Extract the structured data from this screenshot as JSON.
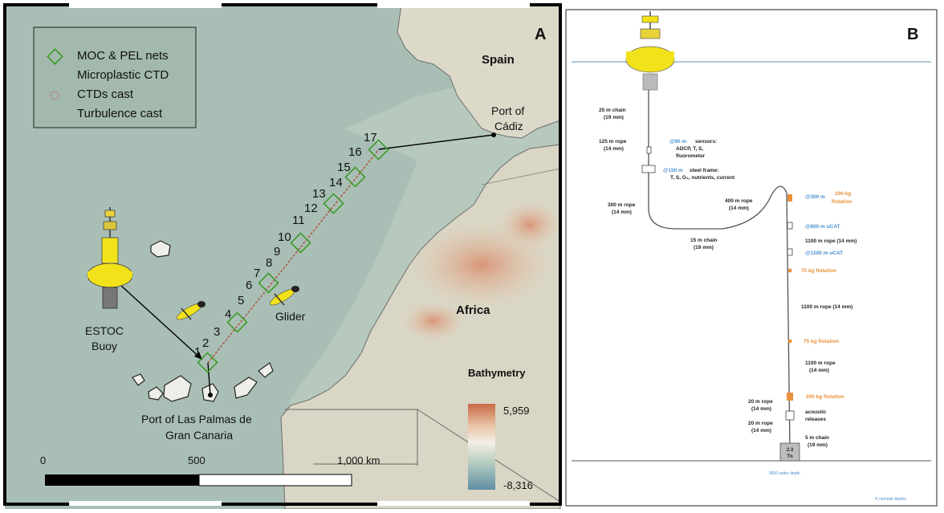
{
  "map_panel": {
    "panel_letter": "A",
    "legend": {
      "moc_pel": "MOC & PEL nets",
      "microplastic": "Microplastic CTD",
      "ctd": "CTDs cast",
      "turbulence": "Turbulence cast"
    },
    "labels": {
      "spain": "Spain",
      "africa": "Africa",
      "port_cadiz_1": "Port of",
      "port_cadiz_2": "Cádiz",
      "port_lp_1": "Port of Las Palmas de",
      "port_lp_2": "Gran Canaria",
      "estoc_1": "ESTOC",
      "estoc_2": "Buoy",
      "glider": "Glider"
    },
    "stations": [
      "1",
      "2",
      "3",
      "4",
      "5",
      "6",
      "7",
      "8",
      "9",
      "10",
      "11",
      "12",
      "13",
      "14",
      "15",
      "16",
      "17"
    ],
    "bathymetry": {
      "title": "Bathymetry",
      "max": "5,959",
      "min": "-8,316"
    },
    "scale": {
      "t0": "0",
      "t1": "500",
      "t2": "1,000 km"
    },
    "colors": {
      "ocean": "#a8beb6",
      "land": "#d9d6c6",
      "route": "#000000",
      "marker": "#3e9a2a",
      "transect": "#b04a3a"
    }
  },
  "mooring_panel": {
    "panel_letter": "B",
    "labels": {
      "chain25": "25 m chain",
      "chain25_d": "(19 mm)",
      "rope125": "125 m rope",
      "rope125_d": "(14 mm)",
      "s80_depth": "@80 m",
      "s80_text": "sensors:",
      "s80_l2": "ADCP, T, S,",
      "s80_l3": "fluorometer",
      "s150_depth": "@150 m",
      "s150_text": "steel frame:",
      "s150_l2": "T, S, O₂, nutrients, current",
      "rope300": "300 m rope",
      "rope300_d": "(14 mm)",
      "rope400": "400 m rope",
      "rope400_d": "(14 mm)",
      "chain15": "15 m chain",
      "chain15_d": "(19 mm)",
      "f300_depth": "@300 m",
      "f300_kg": "200 kg",
      "f300_note": "flotation",
      "ucat800": "@800 m uCAT",
      "rope1100a": "1100 m rope (14 mm)",
      "ucat1200": "@1200 m uCAT",
      "flot75a": "75 kg flotation",
      "rope1100b": "1100 m rope (14 mm)",
      "flot75b": "75 kg flotation",
      "rope1100c": "1100 m rope",
      "rope1100c_d": "(14 mm)",
      "rope20a": "20 m rope",
      "rope20a_d": "(14 mm)",
      "flot200": "200 kg flotation",
      "acoustic": "acoustic",
      "acoustic_2": "releases",
      "rope20b": "20 m rope",
      "rope20b_d": "(14 mm)",
      "chain5": "5 m chain",
      "chain5_d": "(19 mm)",
      "anchor_1": "2.3",
      "anchor_2": "Tn",
      "water_depth": "3600 water depth",
      "nominal": "R nominal depths"
    },
    "colors": {
      "water_line": "#7fa9c6",
      "blue_text": "#4a8fd0",
      "orange_text": "#e8913a",
      "buoy": "#f2e21a"
    }
  }
}
